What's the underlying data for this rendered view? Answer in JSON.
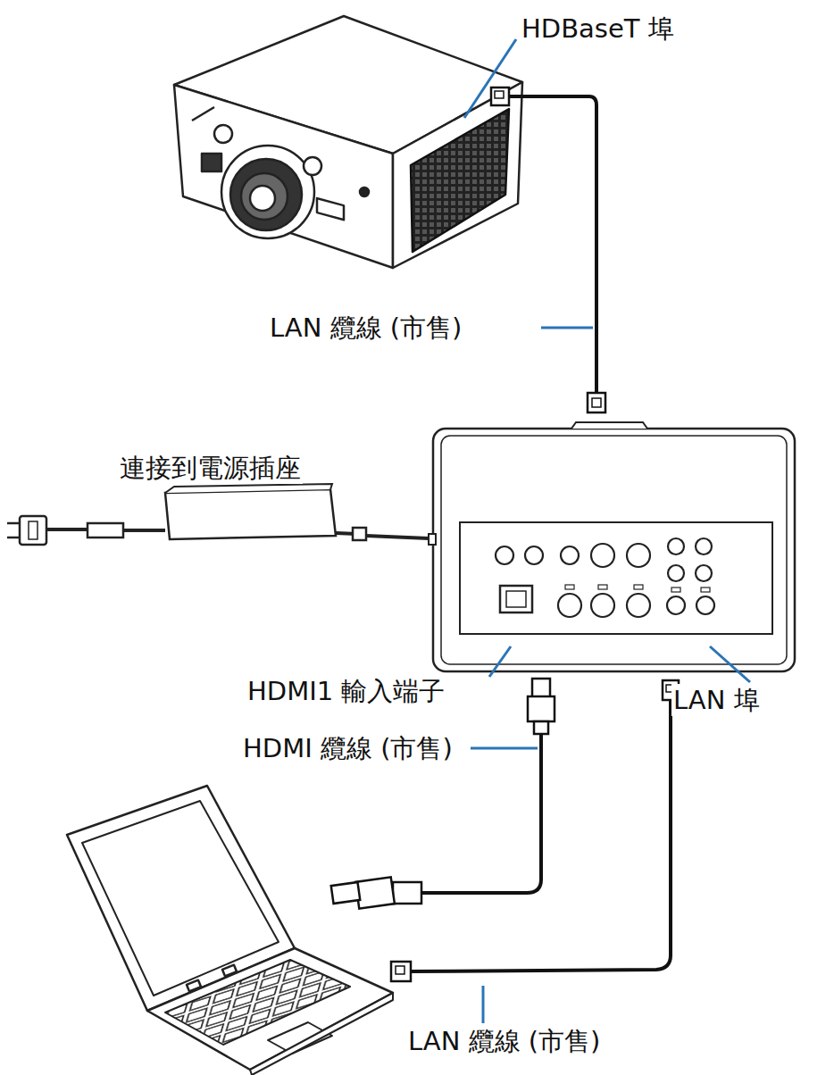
{
  "diagram": {
    "labels": [
      "HDBaseT 埠",
      "LAN 纜線 (市售)",
      "連接到電源插座",
      "HDMI1 輸入端子",
      "LAN 埠",
      "HDMI 纜線 (市售)",
      "LAN 纜線 (市售)"
    ]
  }
}
